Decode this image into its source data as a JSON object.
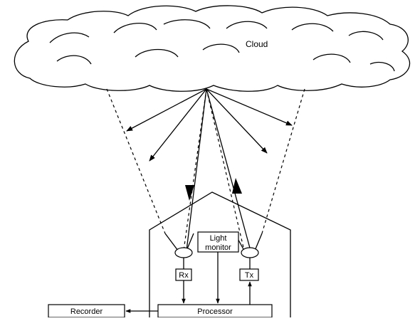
{
  "diagram": {
    "cloud_label": "Cloud",
    "light_monitor_line1": "Light",
    "light_monitor_line2": "monitor",
    "rx_label": "Rx",
    "tx_label": "Tx",
    "processor_label": "Processor",
    "recorder_label": "Recorder"
  }
}
